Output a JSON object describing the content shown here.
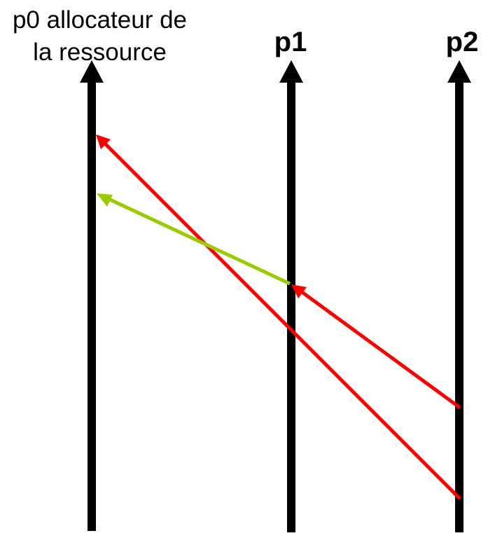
{
  "processes": {
    "p0": {
      "line1": "p0 allocateur de",
      "line2": "la ressource"
    },
    "p1": {
      "label": "p1"
    },
    "p2": {
      "label": "p2"
    }
  },
  "colors": {
    "timeline": "#000000",
    "request_message": "#ff0000",
    "forwarded_message": "#99cc00"
  },
  "messages": [
    {
      "from": "p2",
      "to": "p0",
      "color": "request_message"
    },
    {
      "from": "p2",
      "to": "p1",
      "color": "request_message"
    },
    {
      "from": "p1",
      "to": "p0",
      "color": "forwarded_message"
    }
  ]
}
